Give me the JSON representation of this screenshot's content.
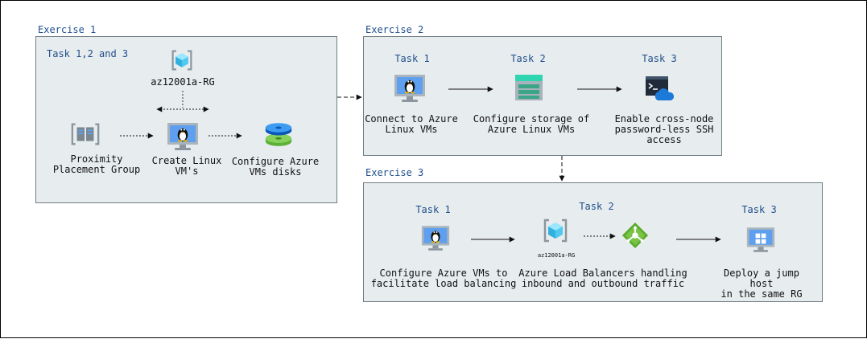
{
  "exercise1": {
    "title": "Exercise 1",
    "task_title": "Task 1,2 and 3",
    "rg_label": "az12001a-RG",
    "ppg_label": "Proximity\nPlacement Group",
    "vm_label": "Create Linux\nVM's",
    "disk_label": "Configure Azure\nVMs disks"
  },
  "exercise2": {
    "title": "Exercise 2",
    "tasks": [
      {
        "title": "Task 1",
        "caption": "Connect to Azure\nLinux VMs"
      },
      {
        "title": "Task 2",
        "caption": "Configure storage of\nAzure Linux VMs"
      },
      {
        "title": "Task 3",
        "caption": "Enable cross-node\npassword-less SSH\naccess"
      }
    ]
  },
  "exercise3": {
    "title": "Exercise 3",
    "rg_label": "az12001a-RG",
    "tasks": [
      {
        "title": "Task 1",
        "caption": "Configure Azure VMs to\nfacilitate load balancing"
      },
      {
        "title": "Task 2",
        "caption": "Azure Load Balancers handling\ninbound and outbound traffic"
      },
      {
        "title": "Task 3",
        "caption": "Deploy a jump host\nin the same RG"
      }
    ]
  },
  "icons": {
    "resource_group": "resource-group-icon",
    "ppg": "proximity-placement-group-icon",
    "linux_vm": "linux-vm-icon",
    "disks": "managed-disks-icon",
    "storage": "storage-icon",
    "ssh": "ssh-terminal-cloud-icon",
    "load_balancer": "load-balancer-icon",
    "windows_vm": "windows-vm-icon"
  },
  "colors": {
    "panel_bg": "#e7ecee",
    "title_blue": "#1f4e8c",
    "azure_blue": "#0078d4"
  }
}
